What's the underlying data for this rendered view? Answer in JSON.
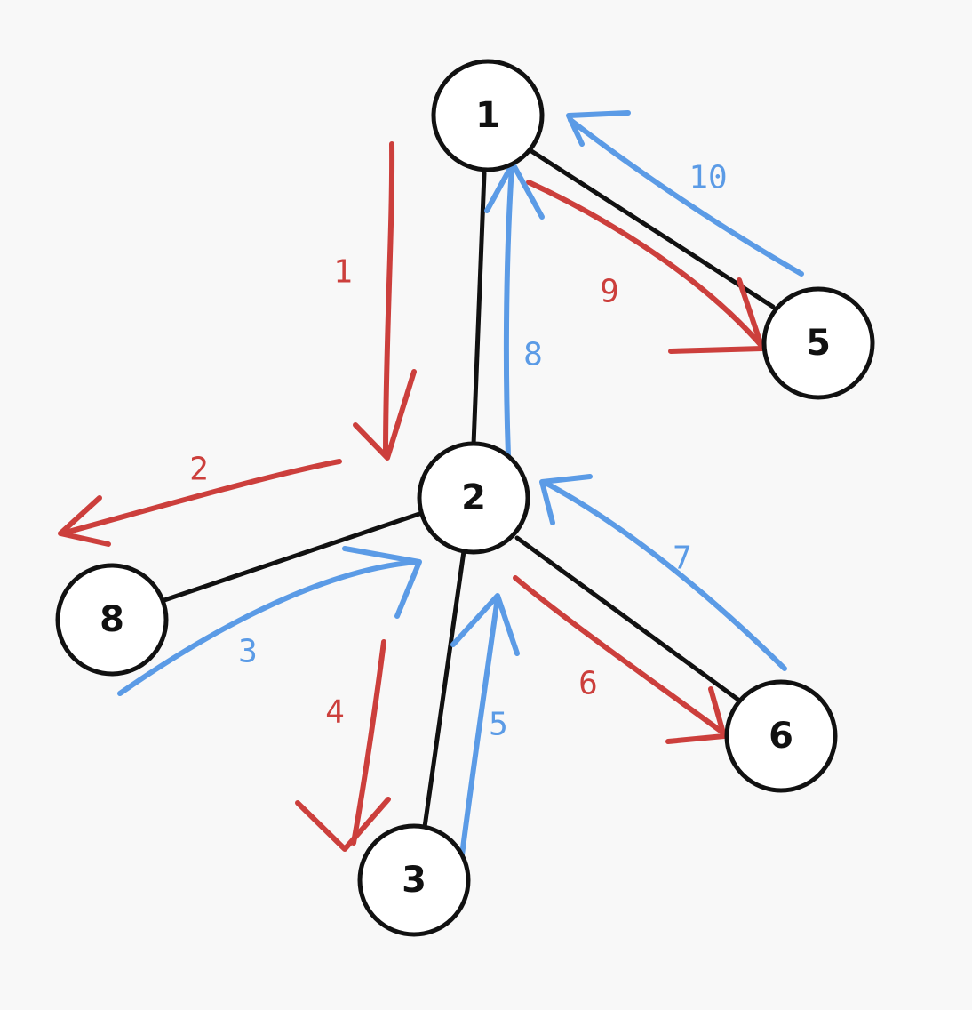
{
  "colors": {
    "background": "#f8f8f8",
    "node_stroke": "#111111",
    "descend": "#cc3f3c",
    "ascend": "#5b9be6"
  },
  "nodes": {
    "n1": "1",
    "n2": "2",
    "n3": "3",
    "n5": "5",
    "n6": "6",
    "n8": "8"
  },
  "edges": [
    [
      "1",
      "2"
    ],
    [
      "1",
      "5"
    ],
    [
      "2",
      "8"
    ],
    [
      "2",
      "3"
    ],
    [
      "2",
      "6"
    ]
  ],
  "steps": {
    "s1": "1",
    "s2": "2",
    "s3": "3",
    "s4": "4",
    "s5": "5",
    "s6": "6",
    "s7": "7",
    "s8": "8",
    "s9": "9",
    "s10": "10"
  },
  "step_directions": {
    "s1": "descend",
    "s2": "descend",
    "s3": "ascend",
    "s4": "descend",
    "s5": "ascend",
    "s6": "descend",
    "s7": "ascend",
    "s8": "ascend",
    "s9": "descend",
    "s10": "ascend"
  }
}
